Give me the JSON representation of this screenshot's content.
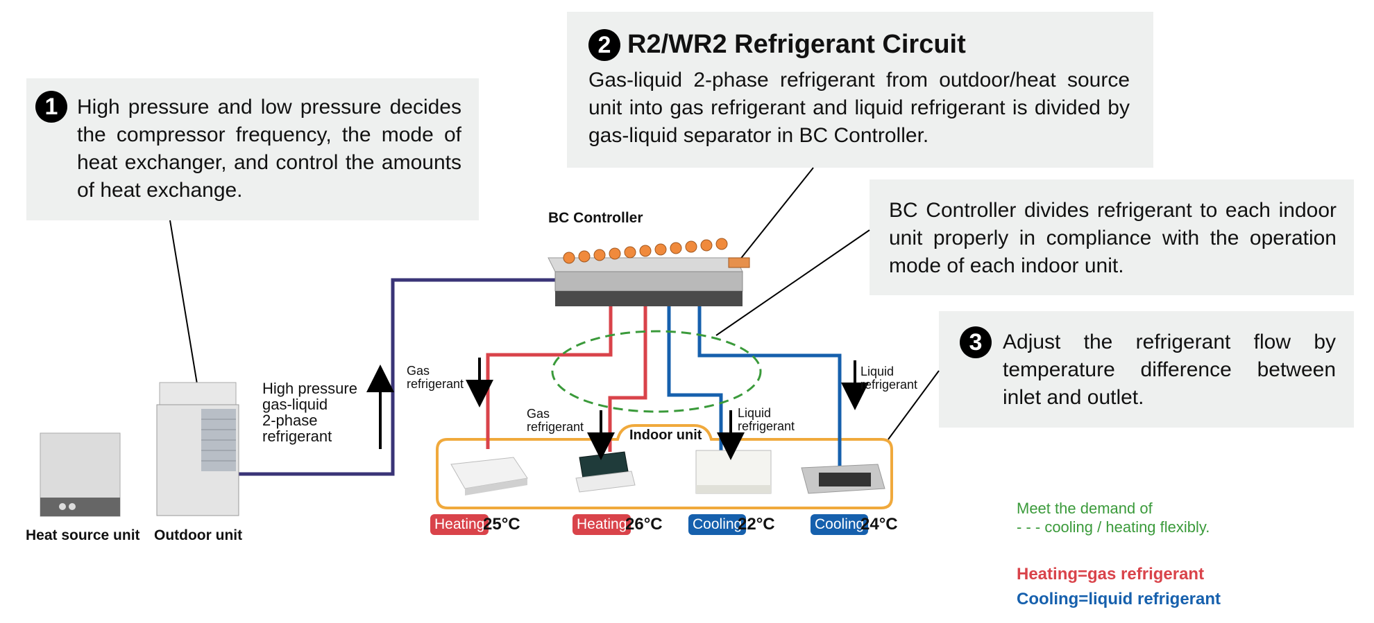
{
  "callout1": {
    "number": "1",
    "text": "High pressure and low pressure decides the compressor frequency, the mode of heat exchanger, and control the amounts of heat exchange."
  },
  "callout2": {
    "number": "2",
    "title": "R2/WR2 Refrigerant Circuit",
    "text": "Gas-liquid 2-phase refrigerant from outdoor/heat source unit into gas refrigerant and liquid refrigerant is divided by gas-liquid separator in BC Controller."
  },
  "callout_bc": {
    "text": "BC Controller divides refrigerant to each indoor unit properly in compliance with the operation mode of each indoor unit."
  },
  "callout3": {
    "number": "3",
    "text": "Adjust the refrigerant flow by temperature difference between inlet and outlet."
  },
  "labels": {
    "bc_controller": "BC Controller",
    "heat_source_unit": "Heat source unit",
    "outdoor_unit": "Outdoor unit",
    "high_pressure": "High pressure\ngas-liquid\n2-phase\nrefrigerant",
    "gas_refrigerant_1": "Gas\nrefrigerant",
    "gas_refrigerant_2": "Gas\nrefrigerant",
    "liquid_refrigerant_1": "Liquid\nrefrigerant",
    "liquid_refrigerant_2": "Liquid\nrefrigerant",
    "indoor_unit": "Indoor unit"
  },
  "indoor_units": [
    {
      "mode": "Heating",
      "temp": "25°C",
      "color": "#d9434a"
    },
    {
      "mode": "Heating",
      "temp": "26°C",
      "color": "#d9434a"
    },
    {
      "mode": "Cooling",
      "temp": "22°C",
      "color": "#1660ad"
    },
    {
      "mode": "Cooling",
      "temp": "24°C",
      "color": "#1660ad"
    }
  ],
  "legend": {
    "demand_line1": "Meet the demand of",
    "demand_line2": "- - - cooling / heating flexibly.",
    "heating": "Heating=gas refrigerant",
    "cooling": "Cooling=liquid refrigerant",
    "color_green": "#3a9a3a",
    "color_red": "#d9434a",
    "color_blue": "#1660ad",
    "color_navy": "#3a3477",
    "color_orange": "#f0a93c"
  }
}
